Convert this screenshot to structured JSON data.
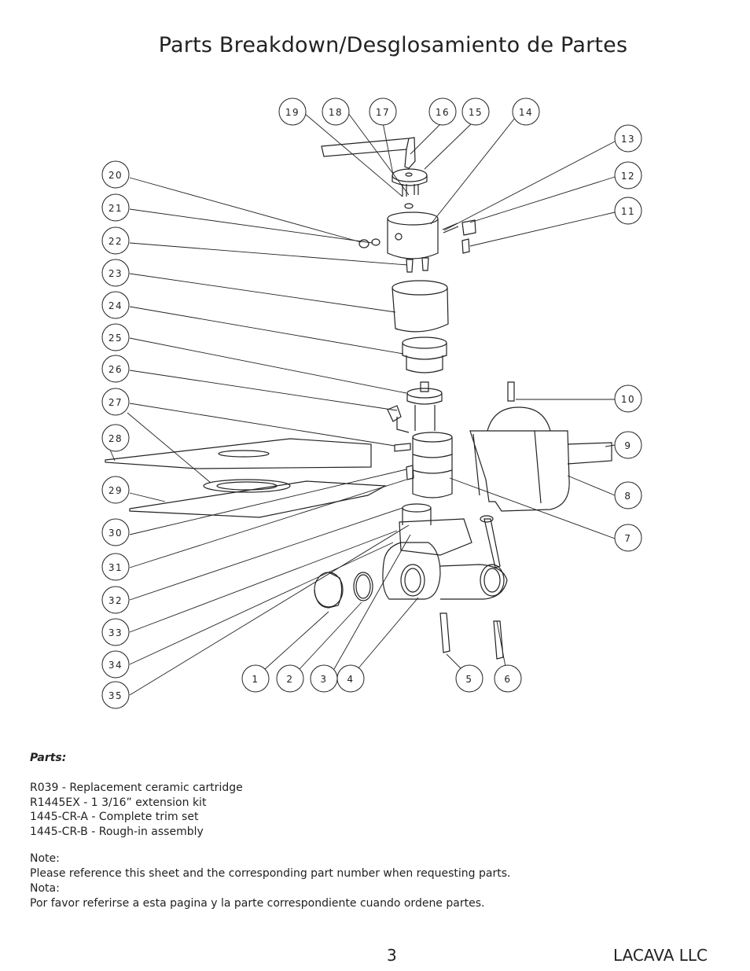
{
  "title": "Parts Breakdown/Desglosamiento de Partes",
  "callouts": [
    "1",
    "2",
    "3",
    "4",
    "5",
    "6",
    "7",
    "8",
    "9",
    "10",
    "11",
    "12",
    "13",
    "14",
    "15",
    "16",
    "17",
    "18",
    "19",
    "20",
    "21",
    "22",
    "23",
    "24",
    "25",
    "26",
    "27",
    "28",
    "29",
    "30",
    "31",
    "32",
    "33",
    "34",
    "35"
  ],
  "parts_heading": "Parts:",
  "parts": [
    "R039 - Replacement ceramic cartridge",
    "R1445EX - 1 3/16” extension kit",
    "1445-CR-A - Complete trim set",
    "1445-CR-B - Rough-in assembly"
  ],
  "notes": [
    "Note:",
    "Please reference this sheet and the corresponding part number when requesting parts.",
    "Nota:",
    "Por favor referirse a esta pagina y la parte correspondiente cuando ordene partes."
  ],
  "footer": {
    "page_number": "3",
    "company": "LACAVA LLC"
  }
}
